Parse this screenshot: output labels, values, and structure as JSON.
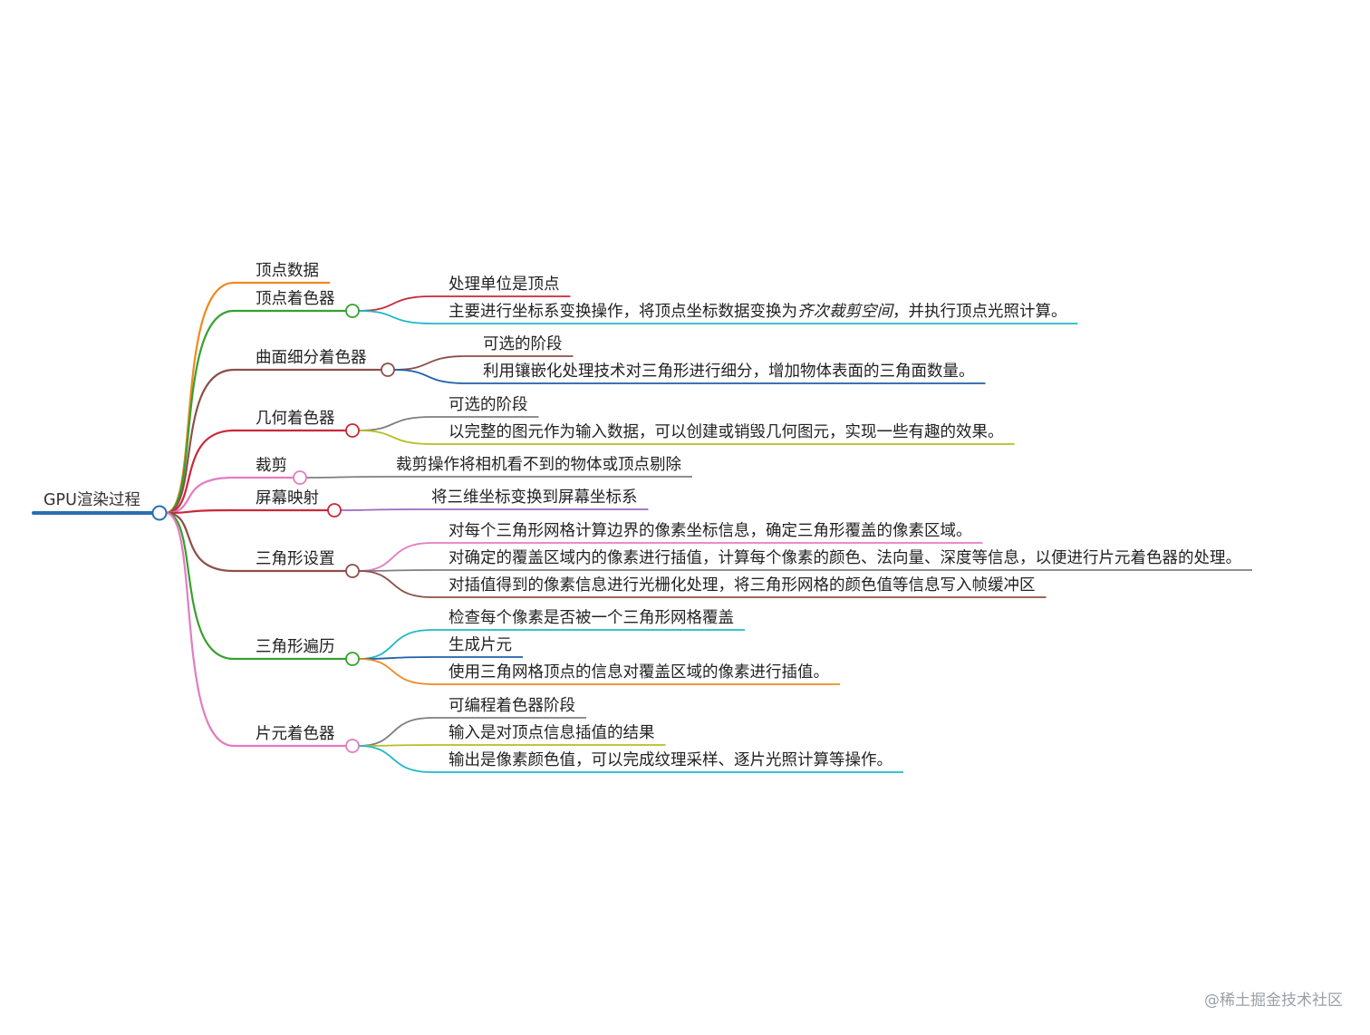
{
  "root": {
    "label": "GPU渲染过程",
    "color": "#2b6eb0"
  },
  "branches": [
    {
      "label": "顶点数据",
      "color": "#ef8a20",
      "children": []
    },
    {
      "label": "顶点着色器",
      "color": "#35a02f",
      "children": [
        {
          "label": "处理单位是顶点",
          "color": "#c9283a"
        },
        {
          "segments": [
            {
              "text": "主要进行坐标系变换操作，将顶点坐标数据变换为"
            },
            {
              "text": "齐次裁剪空间",
              "italic": true
            },
            {
              "text": "，并执行顶点光照计算。"
            }
          ],
          "color": "#1fb8c8"
        }
      ]
    },
    {
      "label": "曲面细分着色器",
      "color": "#8b5048",
      "children": [
        {
          "label": "可选的阶段",
          "color": "#8b5048"
        },
        {
          "label": "利用镶嵌化处理技术对三角形进行细分，增加物体表面的三角面数量。",
          "color": "#1f5fa8"
        }
      ]
    },
    {
      "label": "几何着色器",
      "color": "#c9283a",
      "children": [
        {
          "label": "可选的阶段",
          "color": "#7f7f7f"
        },
        {
          "label": "以完整的图元作为输入数据，可以创建或销毁几何图元，实现一些有趣的效果。",
          "color": "#b8bd25"
        }
      ]
    },
    {
      "label": "裁剪",
      "color": "#e37cc2",
      "children": [
        {
          "label": "裁剪操作将相机看不到的物体或顶点剔除",
          "color": "#7f7f7f"
        }
      ]
    },
    {
      "label": "屏幕映射",
      "color": "#c9283a",
      "children": [
        {
          "label": "将三维坐标变换到屏幕坐标系",
          "color": "#9a6bbd"
        }
      ]
    },
    {
      "label": "三角形设置",
      "color": "#8b5048",
      "children": [
        {
          "label": "对每个三角形网格计算边界的像素坐标信息，确定三角形覆盖的像素区域。",
          "color": "#e37cc2"
        },
        {
          "label": "对确定的覆盖区域内的像素进行插值，计算每个像素的颜色、法向量、深度等信息，以便进行片元着色器的处理。",
          "color": "#7f7f7f"
        },
        {
          "label": "对插值得到的像素信息进行光栅化处理，将三角形网格的颜色值等信息写入帧缓冲区",
          "color": "#8b5048"
        }
      ]
    },
    {
      "label": "三角形遍历",
      "color": "#35a02f",
      "children": [
        {
          "label": "检查每个像素是否被一个三角形网格覆盖",
          "color": "#1fb8c8"
        },
        {
          "label": "生成片元",
          "color": "#1f5fa8"
        },
        {
          "label": "使用三角网格顶点的信息对覆盖区域的像素进行插值。",
          "color": "#ef8a20"
        }
      ]
    },
    {
      "label": "片元着色器",
      "color": "#e37cc2",
      "children": [
        {
          "label": "可编程着色器阶段",
          "color": "#7f7f7f"
        },
        {
          "label": "输入是对顶点信息插值的结果",
          "color": "#b8bd25"
        },
        {
          "label": "输出是像素颜色值，可以完成纹理采样、逐片光照计算等操作。",
          "color": "#1fb8c8"
        }
      ]
    }
  ],
  "watermark": "@稀土掘金技术社区"
}
